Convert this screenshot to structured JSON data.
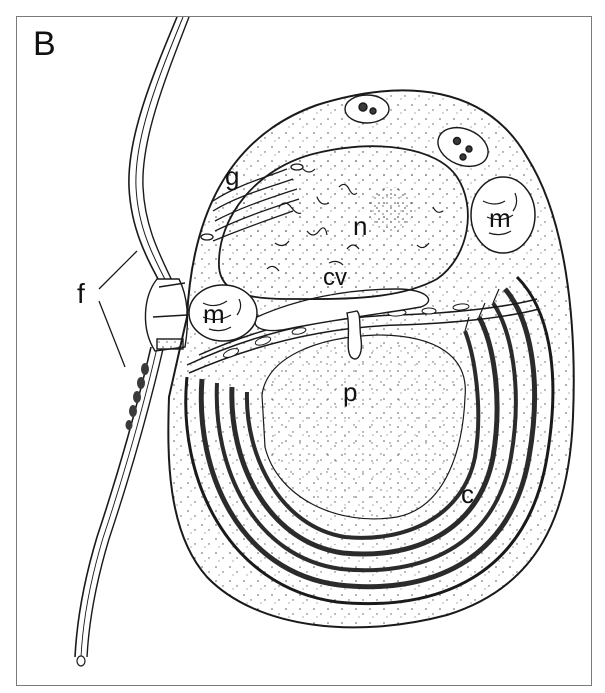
{
  "figure": {
    "panel_letter": "B",
    "labels": {
      "golgi": "g",
      "nucleus": "n",
      "mitochondrion_upper": "m",
      "mitochondrion_lower": "m",
      "contractile_vacuole": "cv",
      "pyrenoid": "p",
      "chloroplast": "c",
      "flagella": "f"
    }
  },
  "colors": {
    "ink": "#111111",
    "stroke": "#1a1a1a",
    "paper": "#ffffff",
    "frame": "#7a7a7a",
    "dark_lamella": "#2b2b2b",
    "stipple": "#555555"
  }
}
